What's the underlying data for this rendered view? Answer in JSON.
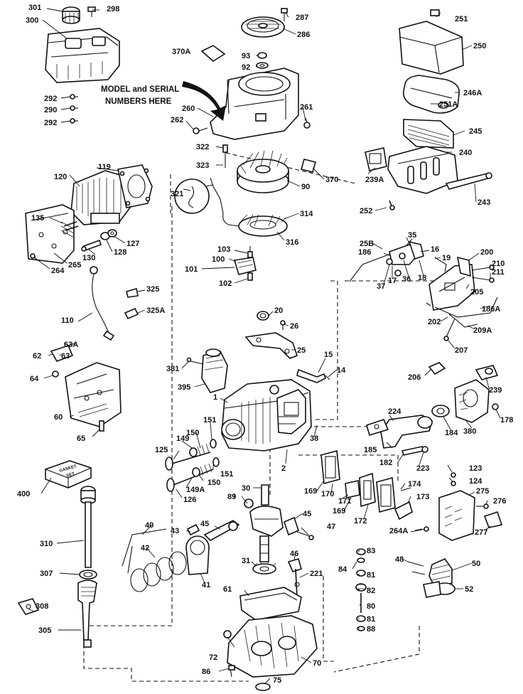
{
  "model_note": {
    "line1": "MODEL and SERIAL",
    "line2": "NUMBERS HERE"
  },
  "gasket_set": {
    "line1": "GASKET",
    "line2": "SET"
  },
  "callouts": {
    "c301": "301",
    "c298": "298",
    "c300": "300",
    "c287": "287",
    "c286": "286",
    "c370A": "370A",
    "c93": "93",
    "c92": "92",
    "c251": "251",
    "c250": "250",
    "c246A": "246A",
    "c251A": "251A",
    "c245": "245",
    "c240": "240",
    "c239A": "239A",
    "c243": "243",
    "c252": "252",
    "c292a": "292",
    "c290": "290",
    "c292b": "292",
    "c260": "260",
    "c262": "262",
    "c261": "261",
    "c322": "322",
    "c323": "323",
    "c90": "90",
    "c370": "370",
    "c119": "119",
    "c120": "120",
    "c321": "321",
    "c314": "314",
    "c316": "316",
    "c135": "135",
    "c127": "127",
    "c128": "128",
    "c130": "130",
    "c264": "264",
    "c265": "265",
    "c103": "103",
    "c100": "100",
    "c101": "101",
    "c102": "102",
    "c25B": "25B",
    "c35": "35",
    "c186": "186",
    "c16": "16",
    "c17": "17",
    "c36": "36",
    "c18": "18",
    "c37": "37",
    "c19": "19",
    "c200": "200",
    "c210": "210",
    "c211": "211",
    "c205": "205",
    "c186A": "186A",
    "c202": "202",
    "c209A": "209A",
    "c207": "207",
    "c325": "325",
    "c325A": "325A",
    "c110": "110",
    "c20": "20",
    "c26": "26",
    "c25": "25",
    "c62": "62",
    "c63A": "63A",
    "c63": "63",
    "c64": "64",
    "c381": "381",
    "c395": "395",
    "c15": "15",
    "c14": "14",
    "c206": "206",
    "c239": "239",
    "c178": "178",
    "c380": "380",
    "c60": "60",
    "c1": "1",
    "c65": "65",
    "c224": "224",
    "c184": "184",
    "c38": "38",
    "c151a": "151",
    "c150a": "150",
    "c149": "149",
    "c125": "125",
    "c185": "185",
    "c182": "182",
    "c223": "223",
    "c2": "2",
    "c123": "123",
    "c124": "124",
    "c151b": "151",
    "c150b": "150",
    "c149A": "149A",
    "c126": "126",
    "c400": "400",
    "c30": "30",
    "c89": "89",
    "c169a": "169",
    "c170": "170",
    "c171": "171",
    "c174": "174",
    "c173": "173",
    "c275": "275",
    "c276": "276",
    "c169b": "169",
    "c172": "172",
    "c264A": "264A",
    "c277": "277",
    "c45a": "45",
    "c40": "40",
    "c43": "43",
    "c45b": "45",
    "c47": "47",
    "c310": "310",
    "c42": "42",
    "c41": "41",
    "c31": "31",
    "c46": "46",
    "c221": "221",
    "c84": "84",
    "c83": "83",
    "c81a": "81",
    "c48": "48",
    "c50": "50",
    "c307": "307",
    "c61": "61",
    "c82": "82",
    "c52": "52",
    "c308": "308",
    "c80": "80",
    "c81b": "81",
    "c88": "88",
    "c305": "305",
    "c72": "72",
    "c70": "70",
    "c86": "86",
    "c75": "75"
  }
}
